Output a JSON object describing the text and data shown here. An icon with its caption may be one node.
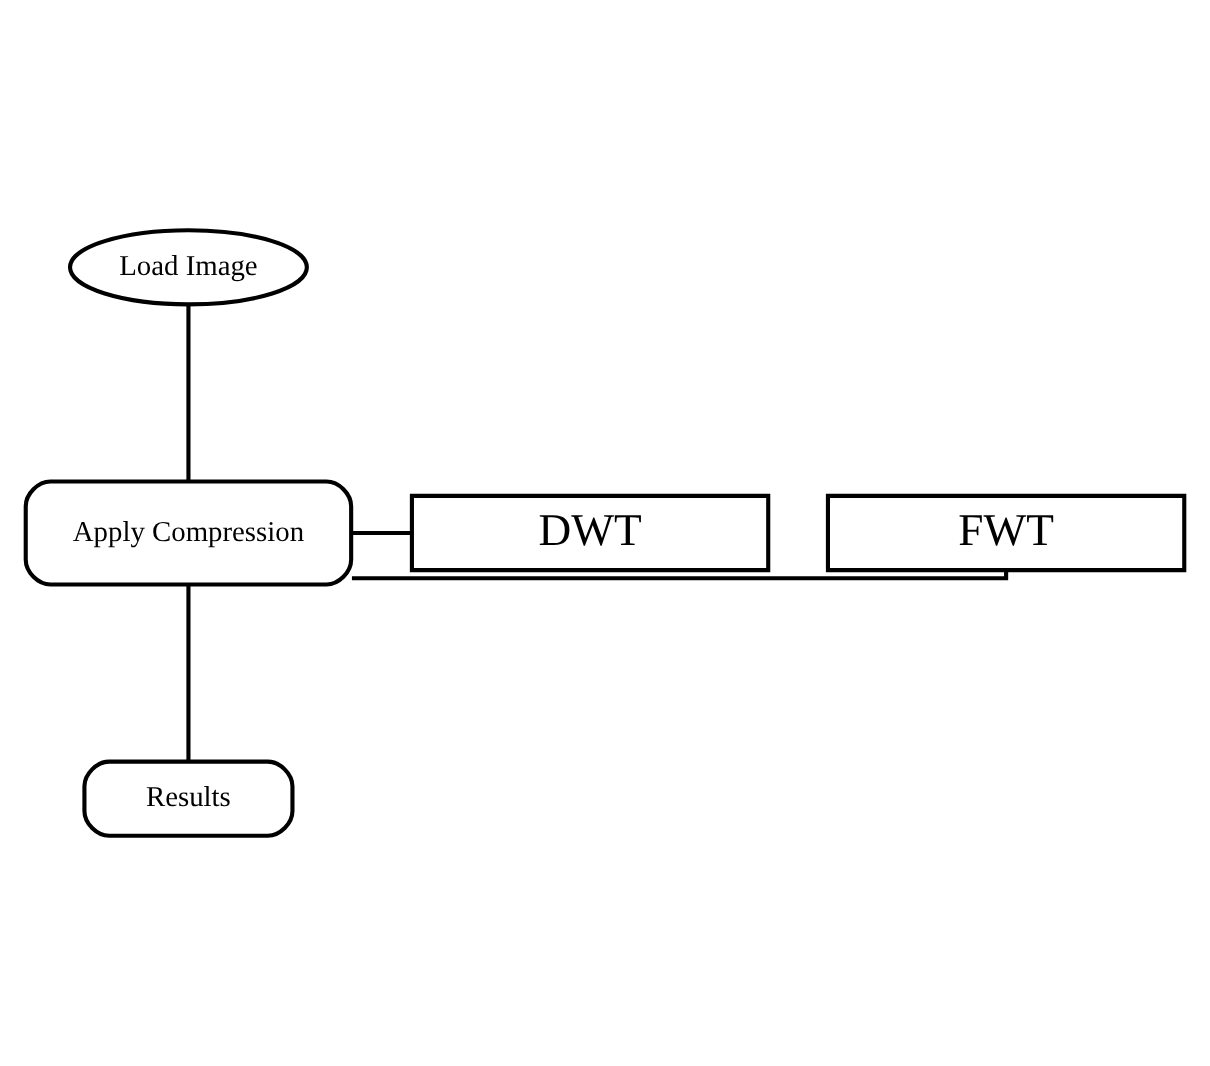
{
  "diagram": {
    "nodes": [
      {
        "text": [
          "Load Image"
        ]
      },
      {
        "text": [
          "Apply Compression"
        ]
      },
      {
        "text": [
          "FWT"
        ]
      },
      {
        "text": [
          "DWT"
        ]
      },
      {
        "text": [
          "Results"
        ]
      }
    ],
    "edges": [
      {
        "from": 0,
        "to": 1,
        "arrow": "none"
      },
      {
        "from": 1,
        "to": 2,
        "arrow": "none"
      },
      {
        "from": 1,
        "to": 3,
        "arrow": "none"
      },
      {
        "from": 1,
        "to": 4,
        "arrow": "none"
      }
    ]
  }
}
